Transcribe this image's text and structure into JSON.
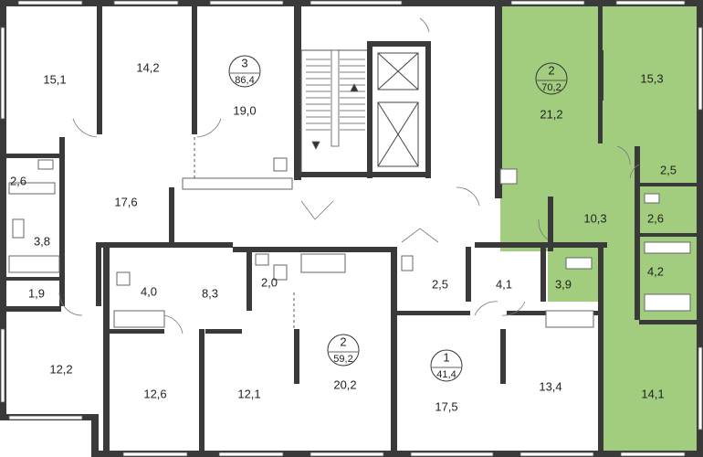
{
  "highlight_color": "#a3cd7e",
  "wall_color": "#3a3a3a",
  "rooms": [
    {
      "id": "r1",
      "area": "15,1"
    },
    {
      "id": "r2",
      "area": "14,2"
    },
    {
      "id": "r3",
      "area": "19,0"
    },
    {
      "id": "r4",
      "area": "2,6"
    },
    {
      "id": "r5",
      "area": "17,6"
    },
    {
      "id": "r6",
      "area": "3,8"
    },
    {
      "id": "r7",
      "area": "1,9"
    },
    {
      "id": "r8",
      "area": "12,2"
    },
    {
      "id": "r9",
      "area": "4,0"
    },
    {
      "id": "r10",
      "area": "8,3"
    },
    {
      "id": "r11",
      "area": "2,0"
    },
    {
      "id": "r12",
      "area": "12,6"
    },
    {
      "id": "r13",
      "area": "12,1"
    },
    {
      "id": "r14",
      "area": "20,2"
    },
    {
      "id": "r15",
      "area": "2,5"
    },
    {
      "id": "r16",
      "area": "4,1"
    },
    {
      "id": "r17",
      "area": "3,9"
    },
    {
      "id": "r18",
      "area": "17,5"
    },
    {
      "id": "r19",
      "area": "13,4"
    },
    {
      "id": "r20",
      "area": "21,2"
    },
    {
      "id": "r21",
      "area": "15,3"
    },
    {
      "id": "r22",
      "area": "2,5"
    },
    {
      "id": "r23",
      "area": "10,3"
    },
    {
      "id": "r24",
      "area": "2,6"
    },
    {
      "id": "r25",
      "area": "4,2"
    },
    {
      "id": "r26",
      "area": "14,1"
    }
  ],
  "units": [
    {
      "id": "u1",
      "rooms": "3",
      "area": "86,4"
    },
    {
      "id": "u2",
      "rooms": "2",
      "area": "59,2"
    },
    {
      "id": "u3",
      "rooms": "1",
      "area": "41,4"
    },
    {
      "id": "u4",
      "rooms": "2",
      "area": "70,2",
      "highlighted": true
    }
  ]
}
